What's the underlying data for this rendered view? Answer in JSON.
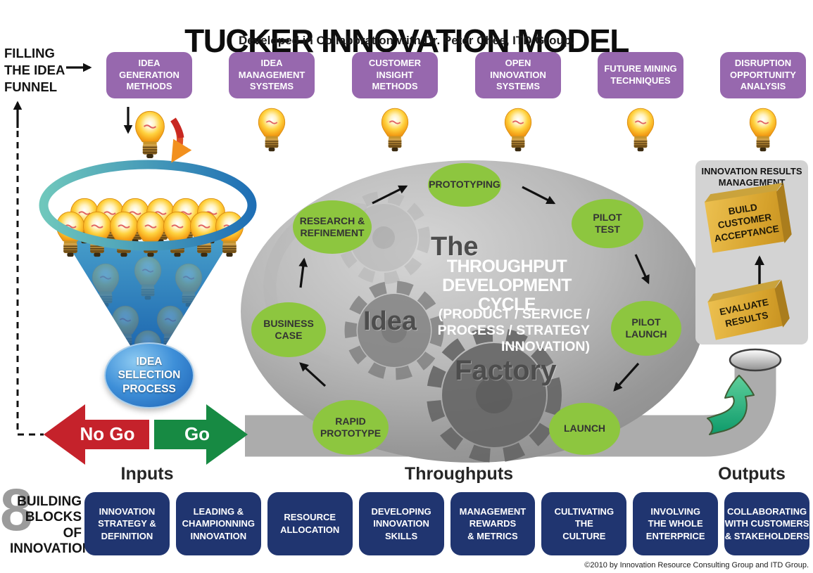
{
  "header": {
    "title": "TUCKER INNOVATION MODEL",
    "subtitle": "Developed in Collaboration with Dr. Peter Chee, ITD Group."
  },
  "colors": {
    "purple": "#9768ae",
    "stage_green": "#8dc63f",
    "navy": "#203570",
    "no_go_red": "#c5222b",
    "go_green": "#178a43",
    "funnel_blue": "#1f6fb5",
    "gold": "#c89322",
    "pipe_gray": "#acacac"
  },
  "left": {
    "filling_label": "FILLING\nTHE IDEA\nFUNNEL"
  },
  "idea_sources": [
    "IDEA\nGENERATION\nMETHODS",
    "IDEA\nMANAGEMENT\nSYSTEMS",
    "CUSTOMER\nINSIGHT\nMETHODS",
    "OPEN\nINNOVATION\nSYSTEMS",
    "FUTURE MINING\nTECHNIQUES",
    "DISRUPTION\nOPPORTUNITY\nANALYSIS"
  ],
  "funnel": {
    "selection": "IDEA\nSELECTION\nPROCESS",
    "no_go": "No Go",
    "go": "Go"
  },
  "cycle": {
    "prototyping": "PROTOTYPING",
    "pilot_test": "PILOT\nTEST",
    "pilot_launch": "PILOT\nLAUNCH",
    "launch": "LAUNCH",
    "rapid_prototype": "RAPID\nPROTOTYPE",
    "business_case": "BUSINESS\nCASE",
    "research": "RESEARCH &\nREFINEMENT"
  },
  "factory": {
    "the": "The",
    "heading": "THROUGHPUT\nDEVELOPMENT CYCLE",
    "subheading": "(PRODUCT / SERVICE /\nPROCESS / STRATEGY\nINNOVATION)",
    "idea": "Idea",
    "factory": "Factory"
  },
  "results": {
    "title": "INNOVATION RESULTS\nMANAGEMENT",
    "build": "BUILD\nCUSTOMER\nACCEPTANCE",
    "evaluate": "EVALUATE\nRESULTS"
  },
  "sections": {
    "inputs": "Inputs",
    "throughputs": "Throughputs",
    "outputs": "Outputs"
  },
  "blocks": {
    "number": "8",
    "label": "BUILDING\nBLOCKS OF\nINNOVATION",
    "items": [
      "INNOVATION\nSTRATEGY &\nDEFINITION",
      "LEADING &\nCHAMPIONNING\nINNOVATION",
      "RESOURCE\nALLOCATION",
      "DEVELOPING\nINNOVATION\nSKILLS",
      "MANAGEMENT\nREWARDS\n& METRICS",
      "CULTIVATING\nTHE\nCULTURE",
      "INVOLVING\nTHE WHOLE\nENTERPRICE",
      "COLLABORATING\nWITH CUSTOMERS\n& STAKEHOLDERS"
    ]
  },
  "footer": {
    "copyright": "©2010 by Innovation Resource Consulting Group and ITD Group."
  }
}
